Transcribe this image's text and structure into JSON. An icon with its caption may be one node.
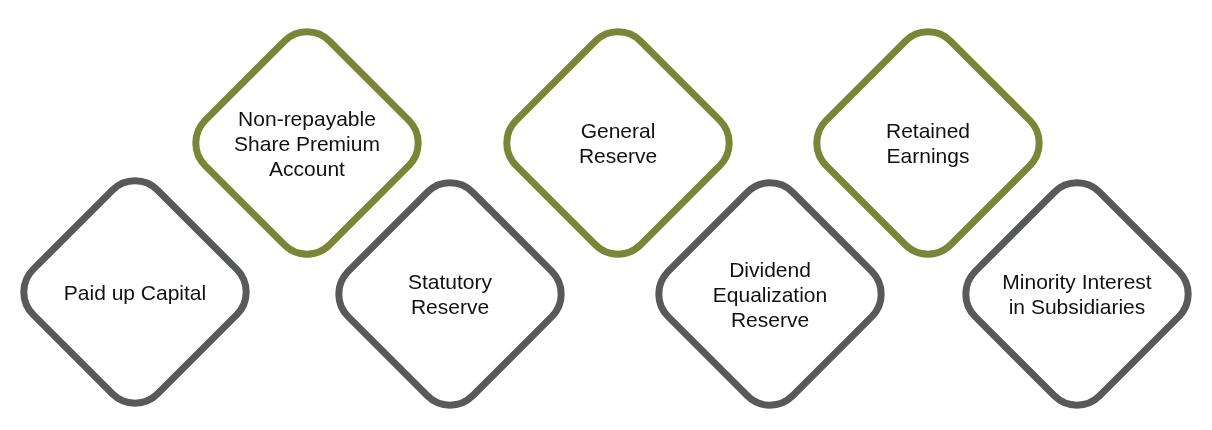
{
  "diagram": {
    "nodes": [
      {
        "text": [
          "Paid up Capital"
        ]
      },
      {
        "text": [
          "Non-repayable Share Premium Account"
        ]
      },
      {
        "text": [
          "Statutory Reserve"
        ]
      },
      {
        "text": [
          "General Reserve"
        ]
      },
      {
        "text": [
          "Dividend Equalization Reserve"
        ]
      },
      {
        "text": [
          "Retained Earnings"
        ]
      },
      {
        "text": [
          "Minority Interest in Subsidiaries"
        ]
      }
    ]
  }
}
